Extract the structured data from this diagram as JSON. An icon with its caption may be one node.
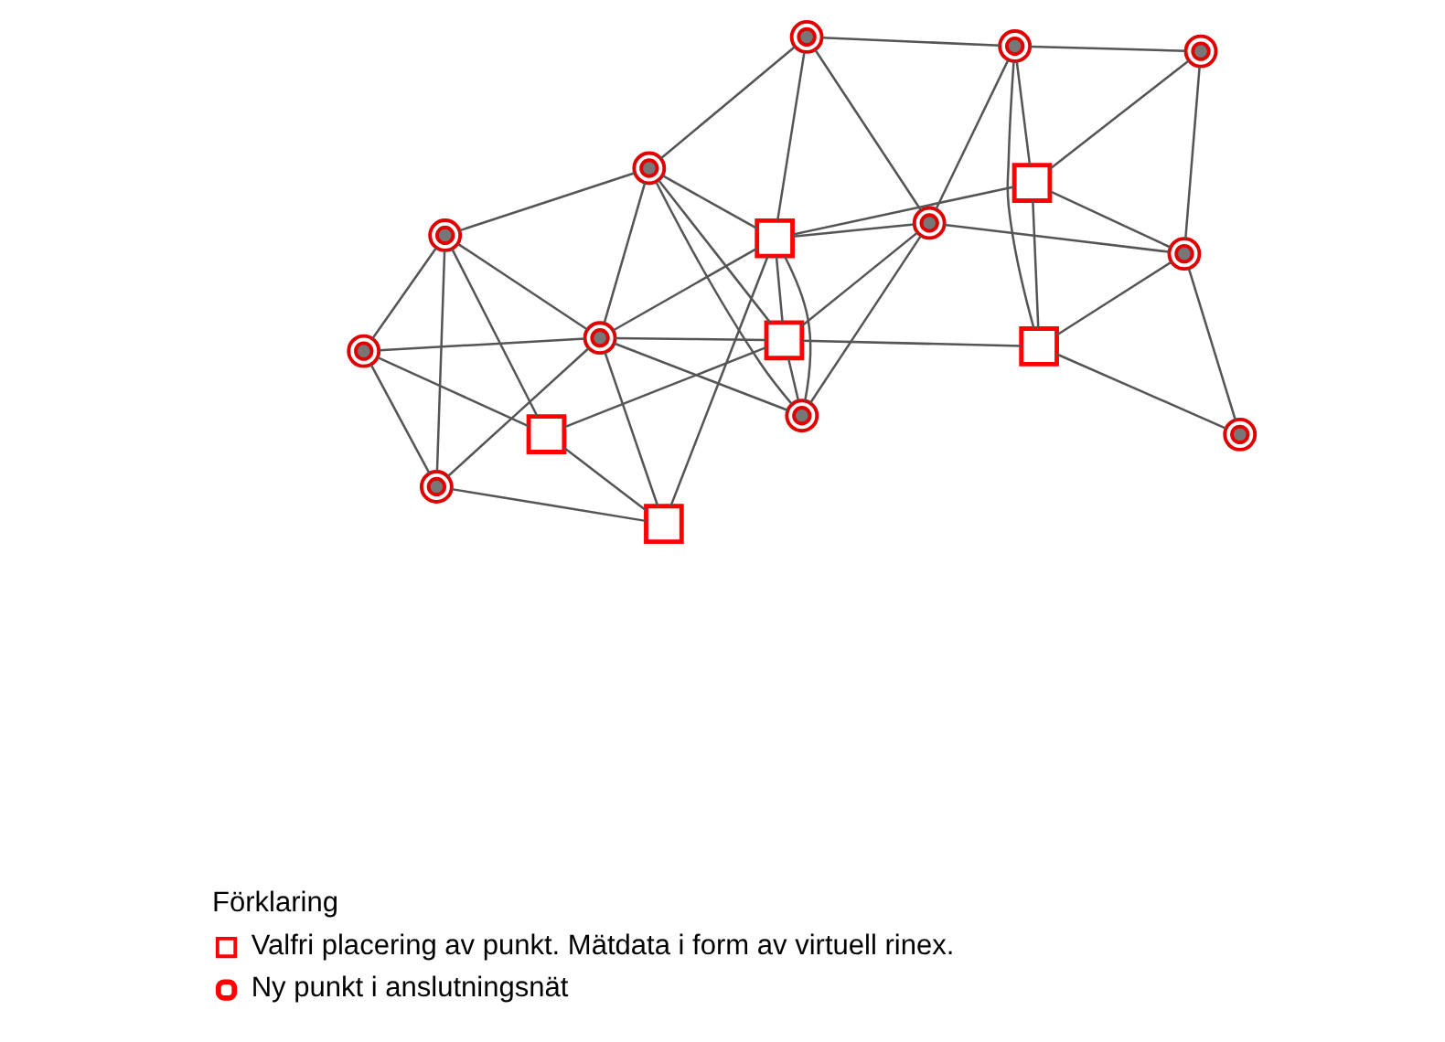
{
  "diagram": {
    "nodes": [
      {
        "text": [],
        "shape": "box"
      },
      {
        "text": [],
        "shape": "box"
      },
      {
        "text": [],
        "shape": "box"
      },
      {
        "text": [],
        "shape": "circle"
      },
      {
        "text": [],
        "shape": "circle"
      },
      {
        "text": [],
        "shape": "circle"
      },
      {
        "text": [],
        "shape": "circle"
      },
      {
        "text": [],
        "shape": "circle"
      },
      {
        "text": [],
        "shape": "circle"
      },
      {
        "text": [],
        "shape": "circle"
      },
      {
        "text": [],
        "shape": "circle"
      },
      {
        "text": [],
        "shape": "circle"
      },
      {
        "text": [],
        "shape": "circle"
      },
      {
        "text": [],
        "shape": "circle"
      },
      {
        "text": [],
        "shape": "circle"
      },
      {
        "text": [],
        "shape": "box"
      },
      {
        "text": [],
        "shape": "box"
      },
      {
        "text": [],
        "shape": "box"
      }
    ],
    "edges": [
      {
        "from": 0,
        "to": 1,
        "arrow": "none"
      },
      {
        "from": 0,
        "to": 16,
        "arrow": "none"
      },
      {
        "from": 0,
        "to": 3,
        "arrow": "none"
      },
      {
        "from": 0,
        "to": 5,
        "arrow": "none"
      },
      {
        "from": 1,
        "to": 2,
        "arrow": "none"
      },
      {
        "from": 1,
        "to": 4,
        "arrow": "none"
      },
      {
        "from": 1,
        "to": 8,
        "arrow": "none"
      },
      {
        "from": 1,
        "to": 7,
        "arrow": "none"
      },
      {
        "from": 1,
        "to": 15,
        "arrow": "none"
      },
      {
        "from": 1,
        "to": 9,
        "arrow": "none"
      },
      {
        "from": 3,
        "to": 4,
        "arrow": "none"
      },
      {
        "from": 3,
        "to": 6,
        "arrow": "none"
      },
      {
        "from": 3,
        "to": 5,
        "arrow": "none"
      },
      {
        "from": 6,
        "to": 4,
        "arrow": "none"
      },
      {
        "from": 6,
        "to": 5,
        "arrow": "none"
      },
      {
        "from": 6,
        "to": 16,
        "arrow": "none"
      },
      {
        "from": 4,
        "to": 5,
        "arrow": "none"
      },
      {
        "from": 4,
        "to": 16,
        "arrow": "none"
      },
      {
        "from": 4,
        "to": 7,
        "arrow": "none"
      },
      {
        "from": 4,
        "to": 8,
        "arrow": "none"
      },
      {
        "from": 4,
        "to": 15,
        "arrow": "none"
      },
      {
        "from": 5,
        "to": 8,
        "arrow": "none"
      },
      {
        "from": 7,
        "to": 8,
        "arrow": "none"
      },
      {
        "from": 7,
        "to": 9,
        "arrow": "none"
      },
      {
        "from": 7,
        "to": 15,
        "arrow": "none"
      },
      {
        "from": 8,
        "to": 13,
        "arrow": "none"
      },
      {
        "from": 8,
        "to": 15,
        "arrow": "none"
      },
      {
        "from": 9,
        "to": 10,
        "arrow": "none"
      },
      {
        "from": 9,
        "to": 11,
        "arrow": "none"
      },
      {
        "from": 9,
        "to": 13,
        "arrow": "none"
      },
      {
        "from": 9,
        "to": 15,
        "arrow": "none"
      },
      {
        "from": 13,
        "to": 11,
        "arrow": "none"
      },
      {
        "from": 13,
        "to": 15,
        "arrow": "none"
      },
      {
        "from": 2,
        "to": 11,
        "arrow": "none"
      },
      {
        "from": 2,
        "to": 10,
        "arrow": "none"
      },
      {
        "from": 2,
        "to": 12,
        "arrow": "none"
      },
      {
        "from": 2,
        "to": 17,
        "arrow": "none"
      },
      {
        "from": 10,
        "to": 12,
        "arrow": "none"
      },
      {
        "from": 10,
        "to": 14,
        "arrow": "none"
      },
      {
        "from": 11,
        "to": 14,
        "arrow": "none"
      },
      {
        "from": 10,
        "to": 17,
        "arrow": "none"
      },
      {
        "from": 11,
        "to": 17,
        "arrow": "none"
      },
      {
        "from": 14,
        "to": 17,
        "arrow": "none"
      },
      {
        "from": 15,
        "to": 16,
        "arrow": "none"
      },
      {
        "from": 15,
        "to": 17,
        "arrow": "none"
      }
    ],
    "labels": [
      "Förklaring"
    ],
    "legend": [
      {
        "text": "Valfri placering av punkt. Mätdata i form av virtuell rinex."
      },
      {
        "text": "Ny punkt i anslutningsnät"
      }
    ]
  }
}
